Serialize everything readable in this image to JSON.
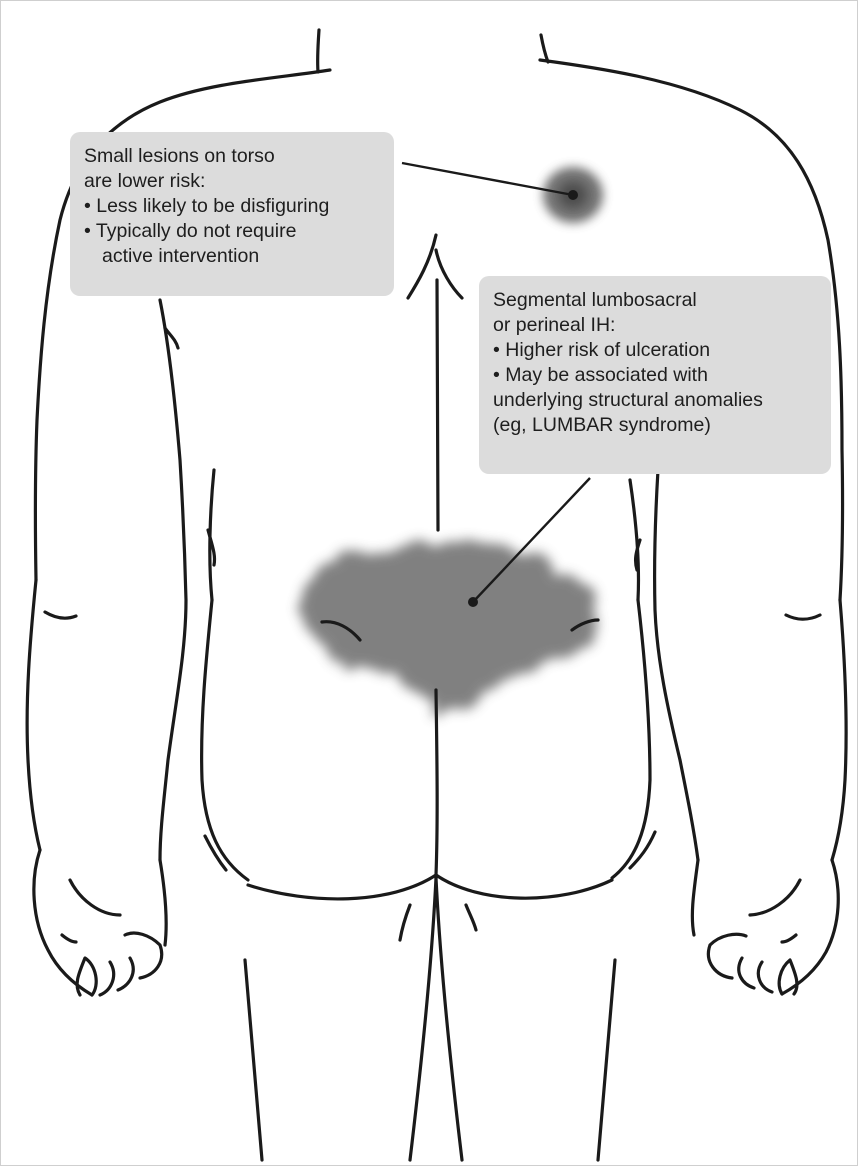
{
  "callouts": {
    "torso": {
      "title_lines": [
        "Small lesions on torso",
        "are lower risk:"
      ],
      "bullets": [
        {
          "text": "• Less likely to be disfiguring",
          "continuation": ""
        },
        {
          "text": "• Typically do not require",
          "continuation": "active intervention"
        }
      ]
    },
    "lumbosacral": {
      "title_lines": [
        "Segmental lumbosacral",
        "or perineal IH:"
      ],
      "bullets": [
        {
          "text": "• Higher risk of ulceration",
          "continuation": ""
        },
        {
          "text": "• May be associated with",
          "continuation": "underlying structural anomalies",
          "continuation2": "(eg, LUMBAR syndrome)"
        }
      ]
    }
  },
  "colors": {
    "callout_background": "#dcdcdc",
    "lesion": "#6e6e6e",
    "outline": "#1a1a1a"
  }
}
